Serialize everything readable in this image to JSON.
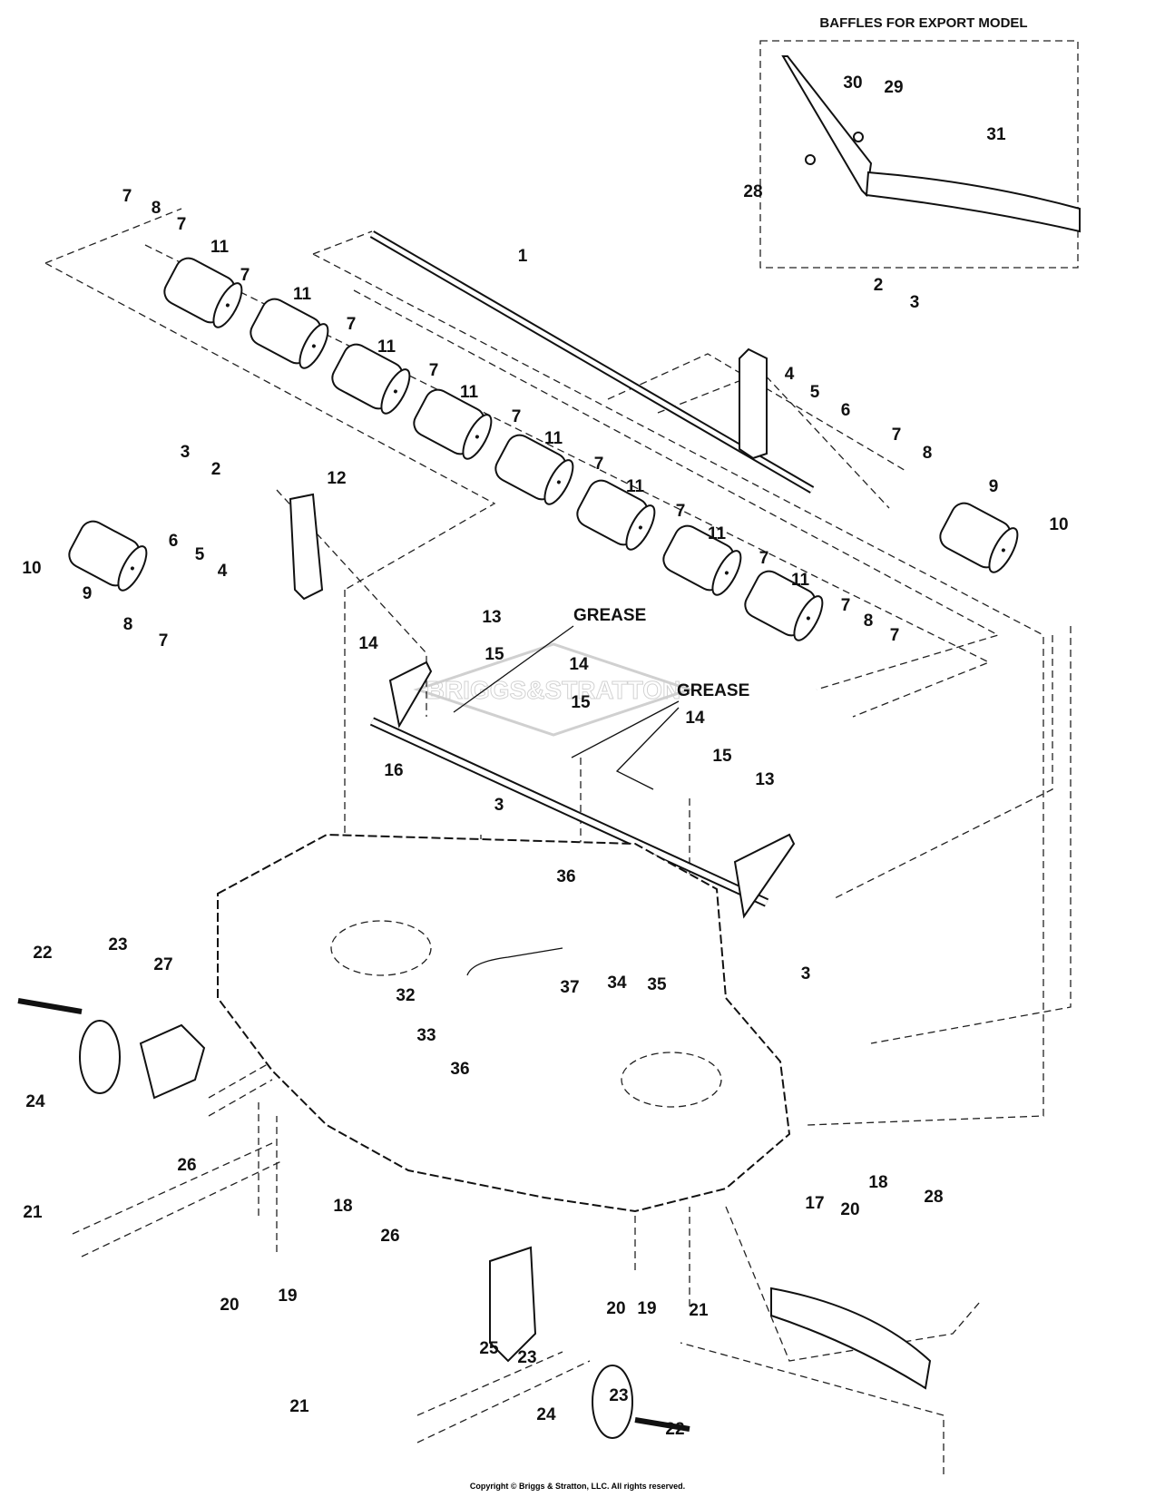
{
  "diagram": {
    "inset_title": "BAFFLES FOR EXPORT MODEL",
    "watermark": "BRIGGS&STRATTON",
    "grease_labels": [
      "GREASE",
      "GREASE"
    ],
    "callouts": [
      "30",
      "29",
      "31",
      "28",
      "7",
      "8",
      "7",
      "11",
      "1",
      "7",
      "11",
      "7",
      "11",
      "2",
      "3",
      "7",
      "11",
      "4",
      "5",
      "6",
      "7",
      "11",
      "7",
      "8",
      "9",
      "10",
      "3",
      "2",
      "12",
      "7",
      "11",
      "7",
      "11",
      "6",
      "5",
      "4",
      "10",
      "9",
      "8",
      "7",
      "7",
      "11",
      "7",
      "8",
      "7",
      "13",
      "14",
      "15",
      "14",
      "15",
      "14",
      "15",
      "16",
      "13",
      "3",
      "36",
      "22",
      "23",
      "27",
      "3",
      "32",
      "37",
      "34",
      "35",
      "33",
      "36",
      "24",
      "26",
      "21",
      "18",
      "19",
      "20",
      "26",
      "25",
      "23",
      "24",
      "23",
      "22",
      "21",
      "20",
      "19",
      "21",
      "17",
      "20",
      "18",
      "28"
    ]
  },
  "footer": {
    "copyright": "Copyright © Briggs & Stratton, LLC. All rights reserved."
  }
}
